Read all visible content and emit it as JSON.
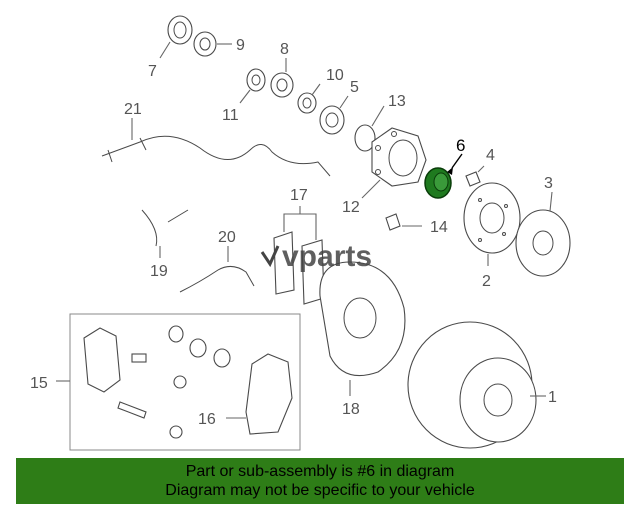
{
  "watermark": "vparts",
  "callouts": [
    "1",
    "2",
    "3",
    "4",
    "5",
    "6",
    "7",
    "8",
    "9",
    "10",
    "11",
    "12",
    "13",
    "14",
    "15",
    "16",
    "17",
    "18",
    "19",
    "20",
    "21"
  ],
  "highlighted_part": "6",
  "colors": {
    "highlight": "#1f7a1f",
    "banner": "#2e7d17",
    "line": "#666666"
  },
  "banner": {
    "line1": "Part or sub-assembly is #6 in diagram",
    "line2": "Diagram may not be specific to your vehicle"
  }
}
